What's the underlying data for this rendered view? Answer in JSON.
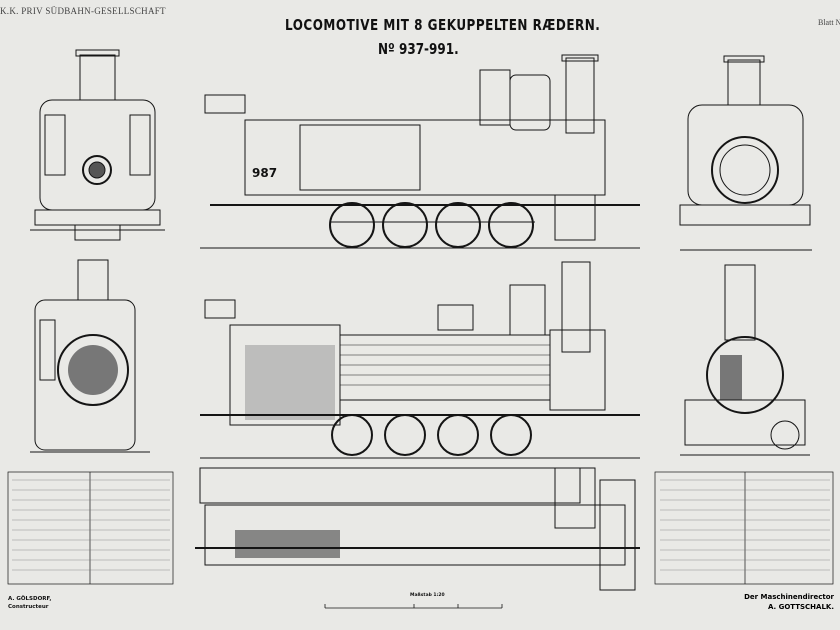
{
  "header": {
    "company": "K.K. PRIV SÜDBAHN-GESELLSCHAFT",
    "title": "LOCOMOTIVE MIT 8 GEKUPPELTEN RÆDERN.",
    "number": "Nº 937-991.",
    "sheet": "Blatt N"
  },
  "locomotive_number": "987",
  "footer": {
    "designer_name": "A. GÖLSDORF,",
    "designer_role": "Constructeur",
    "director_role": "Der Maschinendirector",
    "director_name": "A. GOTTSCHALK.",
    "scale_label": "Maßstab 1:20"
  },
  "colors": {
    "paper": "#e9e9e6",
    "ink": "#111111"
  }
}
